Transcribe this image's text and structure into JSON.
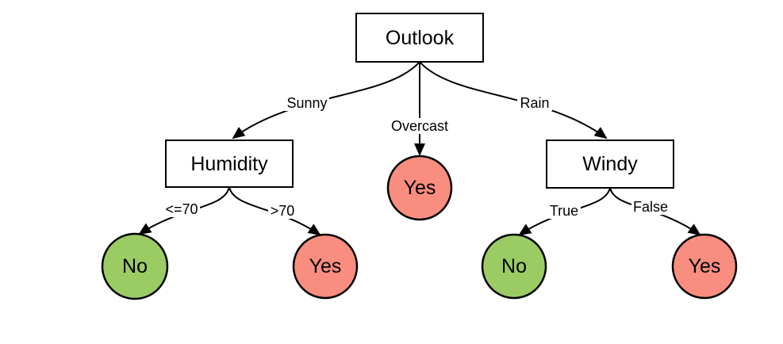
{
  "diagram": {
    "type": "decision-tree",
    "background": "#FFFFFF",
    "colors": {
      "stroke": "#000000",
      "decision_fill": "#FFFFFF",
      "leaf_yes": "#F98D80",
      "leaf_no": "#9BCC64"
    },
    "nodes": [
      {
        "id": "outlook",
        "label": "Outlook",
        "type": "decision",
        "shape": "rect"
      },
      {
        "id": "humidity",
        "label": "Humidity",
        "type": "decision",
        "shape": "rect"
      },
      {
        "id": "windy",
        "label": "Windy",
        "type": "decision",
        "shape": "rect"
      },
      {
        "id": "overcast-yes",
        "label": "Yes",
        "type": "leaf",
        "value": "yes",
        "shape": "circle"
      },
      {
        "id": "humidity-no",
        "label": "No",
        "type": "leaf",
        "value": "no",
        "shape": "circle"
      },
      {
        "id": "humidity-yes",
        "label": "Yes",
        "type": "leaf",
        "value": "yes",
        "shape": "circle"
      },
      {
        "id": "windy-no",
        "label": "No",
        "type": "leaf",
        "value": "no",
        "shape": "circle"
      },
      {
        "id": "windy-yes",
        "label": "Yes",
        "type": "leaf",
        "value": "yes",
        "shape": "circle"
      }
    ],
    "edges": [
      {
        "from": "outlook",
        "to": "humidity",
        "label": "Sunny"
      },
      {
        "from": "outlook",
        "to": "overcast-yes",
        "label": "Overcast"
      },
      {
        "from": "outlook",
        "to": "windy",
        "label": "Rain"
      },
      {
        "from": "humidity",
        "to": "humidity-no",
        "label": "<=70"
      },
      {
        "from": "humidity",
        "to": "humidity-yes",
        "label": ">70"
      },
      {
        "from": "windy",
        "to": "windy-no",
        "label": "True"
      },
      {
        "from": "windy",
        "to": "windy-yes",
        "label": "False"
      }
    ]
  }
}
